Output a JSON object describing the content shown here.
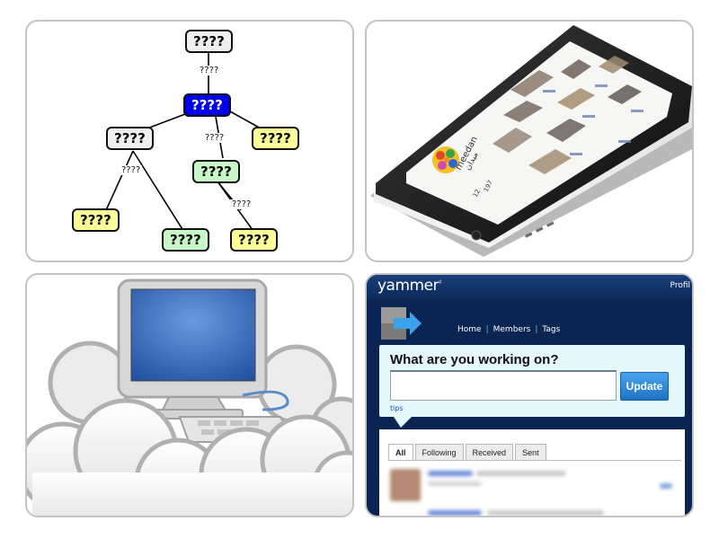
{
  "tree": {
    "nodes": {
      "root": "????",
      "blue": "????",
      "left": "????",
      "right_yellow": "????",
      "green_mid": "????",
      "bottom_left_yellow": "????",
      "bottom_green": "????",
      "bottom_yellow": "????"
    },
    "edges": {
      "root_blue": "????",
      "blue_green": "????",
      "left_children": "????",
      "green_children": "????"
    }
  },
  "tablet": {
    "brand_line1": "meedan",
    "brand_line2": "ميدان",
    "stat1": "12",
    "stat2": "197"
  },
  "yammer": {
    "logo": "yammer",
    "logo_mark": "♯",
    "profile": "Profil",
    "nav": [
      "Home",
      "Members",
      "Tags"
    ],
    "question": "What are you working on?",
    "update_label": "Update",
    "tips": "tips",
    "tabs": [
      "All",
      "Following",
      "Received",
      "Sent"
    ]
  },
  "colors": {
    "node_blue": "#0000ee",
    "node_yellow": "#ffff99",
    "node_green": "#c8f7c8",
    "node_gray": "#eef0f0",
    "yammer_navy": "#0b2552",
    "yammer_button": "#2a86d6"
  },
  "icons": {
    "tablet_panel": "tablet-device-icon",
    "cloud_panel": "cloud-computer-icon",
    "yammer_arrow": "arrow-right-icon"
  }
}
